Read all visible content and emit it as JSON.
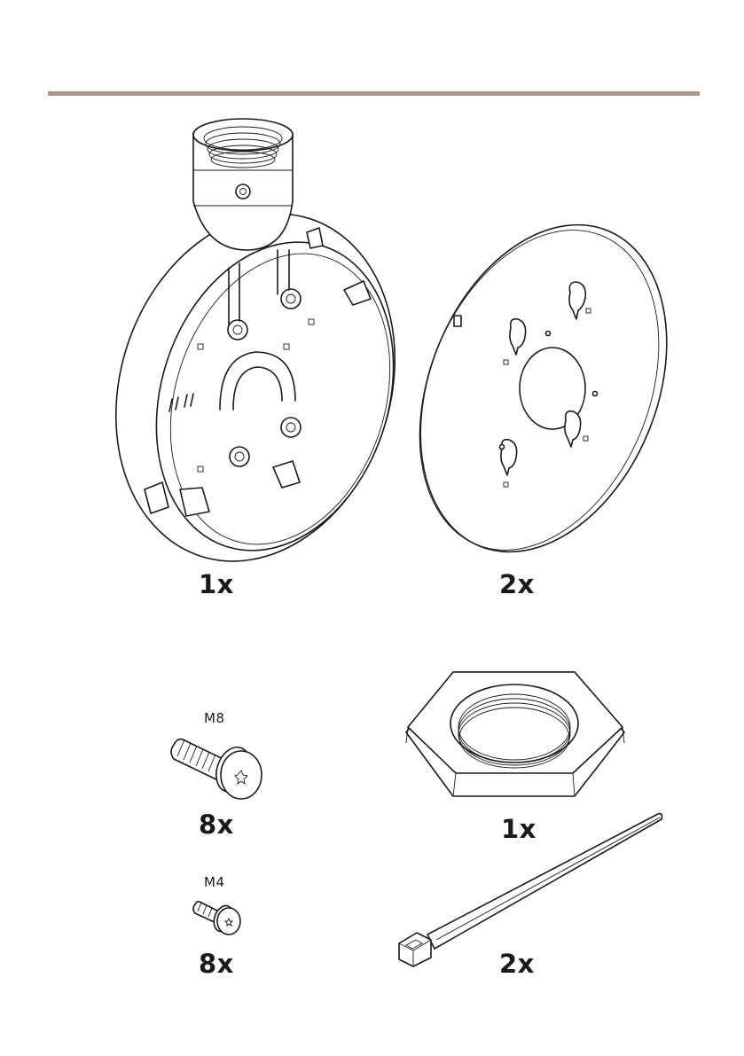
{
  "header": {
    "rule_color": "#a8998b"
  },
  "parts": [
    {
      "name": "Mount adapter with pipe socket",
      "quantity": "1x"
    },
    {
      "name": "Cover plate",
      "quantity": "2x"
    },
    {
      "name": "Screw",
      "size": "M8",
      "quantity": "8x"
    },
    {
      "name": "Hex nut",
      "quantity": "1x"
    },
    {
      "name": "Screw",
      "size": "M4",
      "quantity": "8x"
    },
    {
      "name": "Cable tie",
      "quantity": "2x"
    }
  ]
}
